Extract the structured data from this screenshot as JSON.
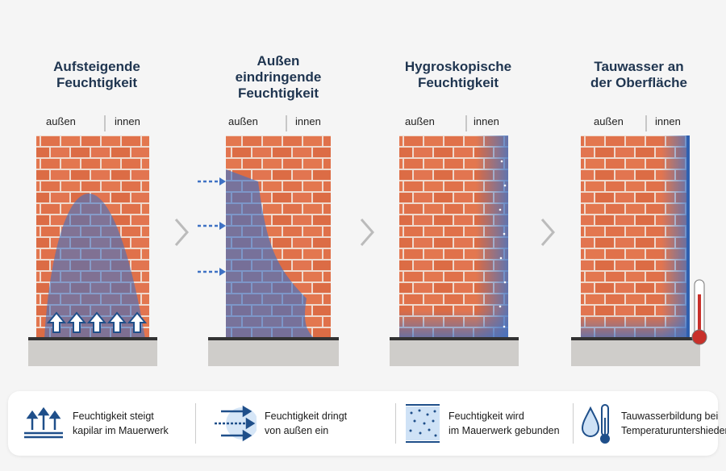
{
  "panels": [
    {
      "title_l1": "Aufsteigende",
      "title_l2": "Feuchtigkeit",
      "title_l3": "",
      "outside": "außen",
      "inside": "innen"
    },
    {
      "title_l1": "Außen",
      "title_l2": "eindringende",
      "title_l3": "Feuchtigkeit",
      "outside": "außen",
      "inside": "innen"
    },
    {
      "title_l1": "Hygroskopische",
      "title_l2": "Feuchtigkeit",
      "title_l3": "",
      "outside": "außen",
      "inside": "innen"
    },
    {
      "title_l1": "Tauwasser an",
      "title_l2": "der Oberfläche",
      "title_l3": "",
      "outside": "außen",
      "inside": "innen"
    }
  ],
  "legend": [
    {
      "icon": "rising-arrows-icon",
      "l1": "Feuchtigkeit steigt",
      "l2": "kapilar im Mauerwerk"
    },
    {
      "icon": "penetrating-arrows-icon",
      "l1": "Feuchtigkeit dringt",
      "l2": "von außen ein"
    },
    {
      "icon": "bound-moisture-icon",
      "l1": "Feuchtigkeit wird",
      "l2": "im Mauerwerk gebunden"
    },
    {
      "icon": "droplet-thermometer-icon",
      "l1": "Tauwasserbildung bei",
      "l2": "Temperaturuntershieden"
    }
  ],
  "colors": {
    "brick": "#e0714a",
    "mortar": "#efd9cd",
    "moisture": "#3f72c4",
    "title": "#1f3550"
  }
}
